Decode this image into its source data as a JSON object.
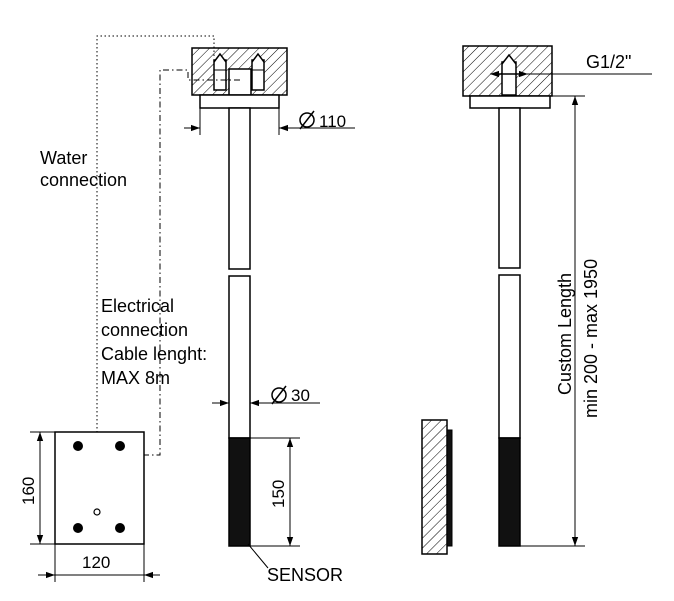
{
  "labels": {
    "water_line1": "Water",
    "water_line2": "connection",
    "elec_line1": "Electrical",
    "elec_line2": "connection",
    "elec_line3": "Cable lenght:",
    "elec_line4": "MAX 8m",
    "sensor": "SENSOR",
    "thread": "G1/2\"",
    "custom_line1": "Custom Length",
    "custom_line2": "min 200 - max 1950"
  },
  "dimensions": {
    "flange_diameter": "110",
    "pipe_diameter": "30",
    "sensor_length": "150",
    "box_height": "160",
    "box_width": "120"
  }
}
